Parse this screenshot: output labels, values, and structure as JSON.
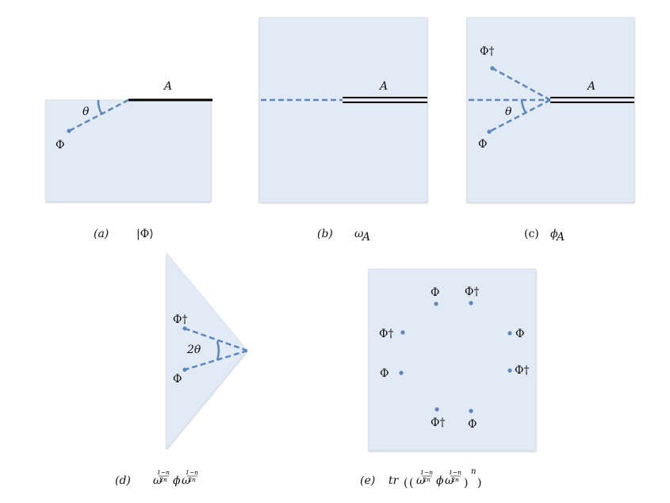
{
  "colors": {
    "panel_fill": "#e1eaf5",
    "panel_edge": "#c9d3de",
    "dash": "#5b87c0",
    "dot": "#5b87c0",
    "line": "#000000"
  },
  "panels": {
    "a": {
      "caption_tag": "(a)",
      "caption_math": "|Φ⟩",
      "label_A": "A",
      "label_theta": "θ",
      "label_phi": "Φ"
    },
    "b": {
      "caption_tag": "(b)",
      "caption_math": "ω",
      "caption_sub": "A",
      "label_A": "A"
    },
    "c": {
      "caption_tag": "(c)",
      "caption_math": "ϕ",
      "caption_sub": "A",
      "label_A": "A",
      "label_theta": "θ",
      "label_phi": "Φ",
      "label_phi_dag": "Φ†"
    },
    "d": {
      "caption_tag": "(d)",
      "caption_math": "ω^((1−n)/2n) ϕ ω^((1−n)/2n)",
      "label_2theta": "2θ",
      "label_phi": "Φ",
      "label_phi_dag": "Φ†"
    },
    "e": {
      "caption_tag": "(e)",
      "caption_math": "tr ((ω^((1−n)/2n) ϕ ω^((1−n)/2n))^n)",
      "points": [
        {
          "label": "Φ"
        },
        {
          "label": "Φ†"
        },
        {
          "label": "Φ†"
        },
        {
          "label": "Φ"
        },
        {
          "label": "Φ"
        },
        {
          "label": "Φ†"
        },
        {
          "label": "Φ†"
        },
        {
          "label": "Φ"
        }
      ]
    }
  },
  "math_text": {
    "omega": "ω",
    "phi_small": "ϕ",
    "one_minus_n": "1−n",
    "two_n": "2n",
    "tr": "tr",
    "n": "n"
  }
}
